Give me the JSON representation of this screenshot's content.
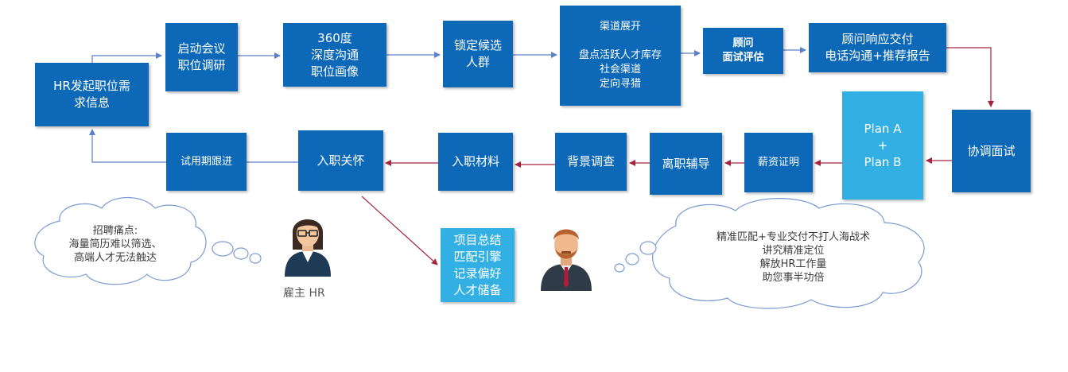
{
  "colors": {
    "box_dark": "#0d69b7",
    "box_light": "#32b0e4",
    "arrow_blue": "#5b7fc8",
    "arrow_red": "#a5243f",
    "cloud_border": "#7b9bd2"
  },
  "boxes": {
    "hr_start": "HR发起职位需\n求信息",
    "kickoff": "启动会议\n职位调研",
    "deep_comm": "360度\n深度沟通\n职位画像",
    "lock_candidates": "锁定候选\n人群",
    "channels": "渠道展开\n\n盘点活跃人才库存\n社会渠道\n定向寻猎",
    "consultant_eval": "顾问\n面试评估",
    "consultant_delivery": "顾问响应交付\n电话沟通+推荐报告",
    "coord_interview": "协调面试",
    "plan": "Plan A\n+\nPlan B",
    "salary_proof": "薪资证明",
    "resign_guide": "离职辅导",
    "background_check": "背景调查",
    "onboard_materials": "入职材料",
    "onboard_care": "入职关怀",
    "probation": "试用期跟进",
    "summary": "项目总结\n匹配引擎\n记录偏好\n人才储备"
  },
  "clouds": {
    "left": "招聘痛点:\n海量简历难以筛选、\n高端人才无法触达",
    "right": "精准匹配+专业交付不打人海战术\n讲究精准定位\n解放HR工作量\n助您事半功倍"
  },
  "people": {
    "employer_label": "雇主 HR"
  },
  "icons": [
    "female-hr-avatar-icon",
    "male-consultant-avatar-icon",
    "thought-cloud-icon"
  ]
}
